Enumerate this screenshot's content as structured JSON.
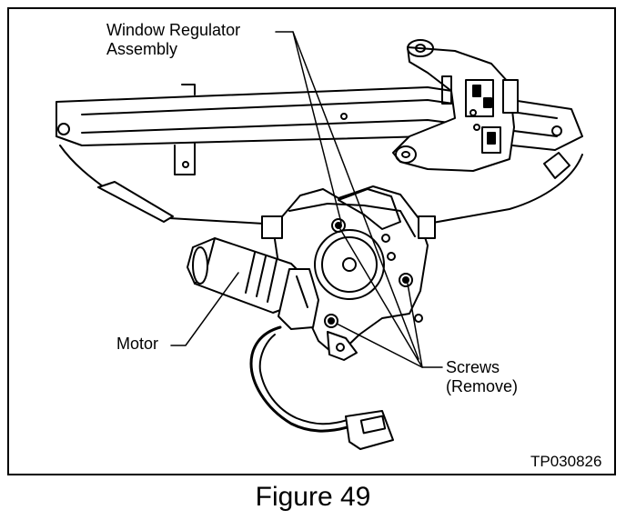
{
  "callouts": {
    "regulator_line1": "Window Regulator",
    "regulator_line2": "Assembly",
    "motor": "Motor",
    "screws_line1": "Screws",
    "screws_line2": "(Remove)"
  },
  "reference_code": "TP030826",
  "caption": "Figure 49",
  "colors": {
    "ink": "#000000",
    "paper": "#ffffff"
  }
}
